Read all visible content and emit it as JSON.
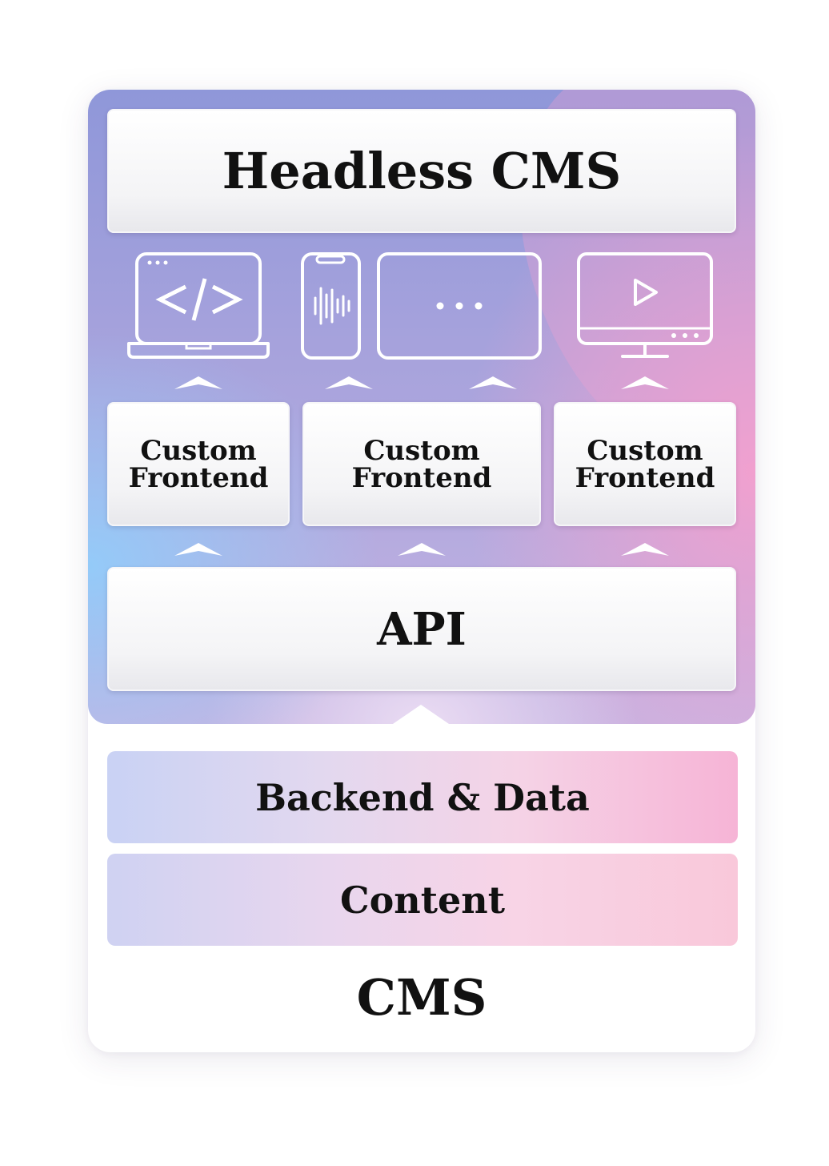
{
  "headless_cms": {
    "title": "Headless CMS",
    "frontends": [
      {
        "line1": "Custom",
        "line2": "Frontend"
      },
      {
        "line1": "Custom",
        "line2": "Frontend"
      },
      {
        "line1": "Custom",
        "line2": "Frontend"
      }
    ],
    "api_label": "API",
    "devices": [
      "laptop-code-icon",
      "phone-audio-icon",
      "tablet-more-icon",
      "tv-play-icon"
    ]
  },
  "cms": {
    "layers": [
      "Backend & Data",
      "Content"
    ],
    "label": "CMS"
  },
  "colors": {
    "gradient_blue": "#92ccfa",
    "gradient_purple": "#8f97d9",
    "gradient_pink": "#f5a0ce",
    "text": "#111111",
    "box": "#ffffff"
  }
}
